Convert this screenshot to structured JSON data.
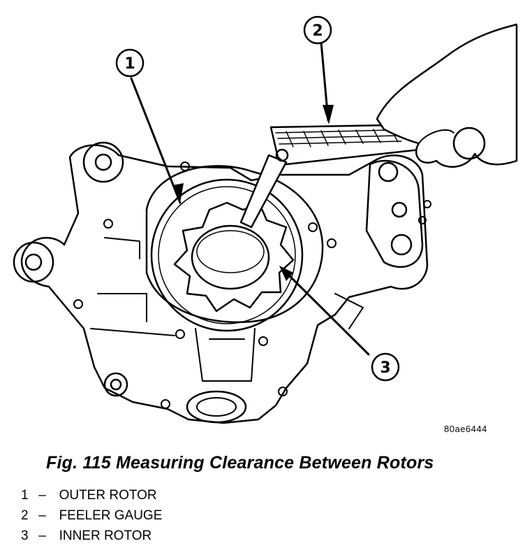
{
  "figure": {
    "code": "80ae6444",
    "callouts": [
      {
        "number": "1",
        "label": "OUTER ROTOR"
      },
      {
        "number": "2",
        "label": "FEELER GAUGE"
      },
      {
        "number": "3",
        "label": "INNER ROTOR"
      }
    ]
  },
  "caption": "Fig. 115 Measuring Clearance Between Rotors",
  "legend": [
    {
      "number": "1",
      "dash": "–",
      "label": "OUTER ROTOR"
    },
    {
      "number": "2",
      "dash": "–",
      "label": "FEELER GAUGE"
    },
    {
      "number": "3",
      "dash": "–",
      "label": "INNER ROTOR"
    }
  ]
}
